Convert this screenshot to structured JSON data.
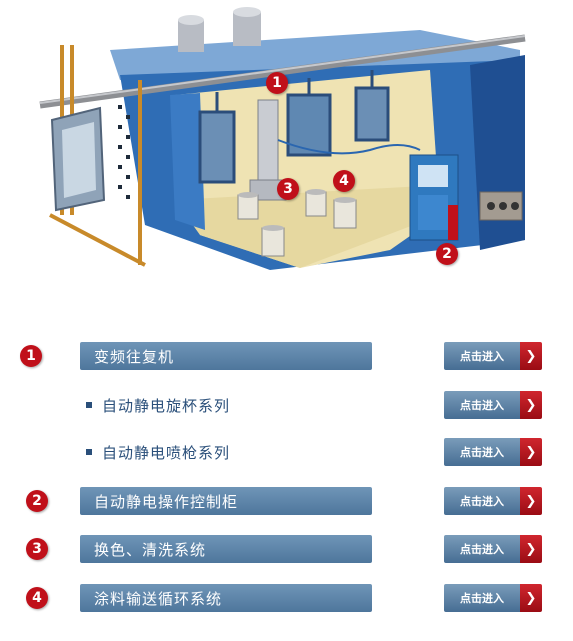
{
  "colors": {
    "badge": "#c0101a",
    "bar": "#5a82a8",
    "booth": "#2f6db5",
    "link_text": "#2a4f7a"
  },
  "diagram": {
    "badges": [
      {
        "label": "1"
      },
      {
        "label": "2"
      },
      {
        "label": "3"
      },
      {
        "label": "4"
      }
    ]
  },
  "items": [
    {
      "num": "1",
      "label": "变频往复机",
      "style": "bar",
      "button": "点击进入",
      "arrow": "❯"
    },
    {
      "num": "",
      "label": "自动静电旋杯系列",
      "style": "plain",
      "button": "点击进入",
      "arrow": "❯"
    },
    {
      "num": "",
      "label": "自动静电喷枪系列",
      "style": "plain",
      "button": "点击进入",
      "arrow": "❯"
    },
    {
      "num": "2",
      "label": "自动静电操作控制柜",
      "style": "bar",
      "button": "点击进入",
      "arrow": "❯"
    },
    {
      "num": "3",
      "label": "换色、清洗系统",
      "style": "bar",
      "button": "点击进入",
      "arrow": "❯"
    },
    {
      "num": "4",
      "label": "涂料输送循环系统",
      "style": "bar",
      "button": "点击进入",
      "arrow": "❯"
    }
  ]
}
